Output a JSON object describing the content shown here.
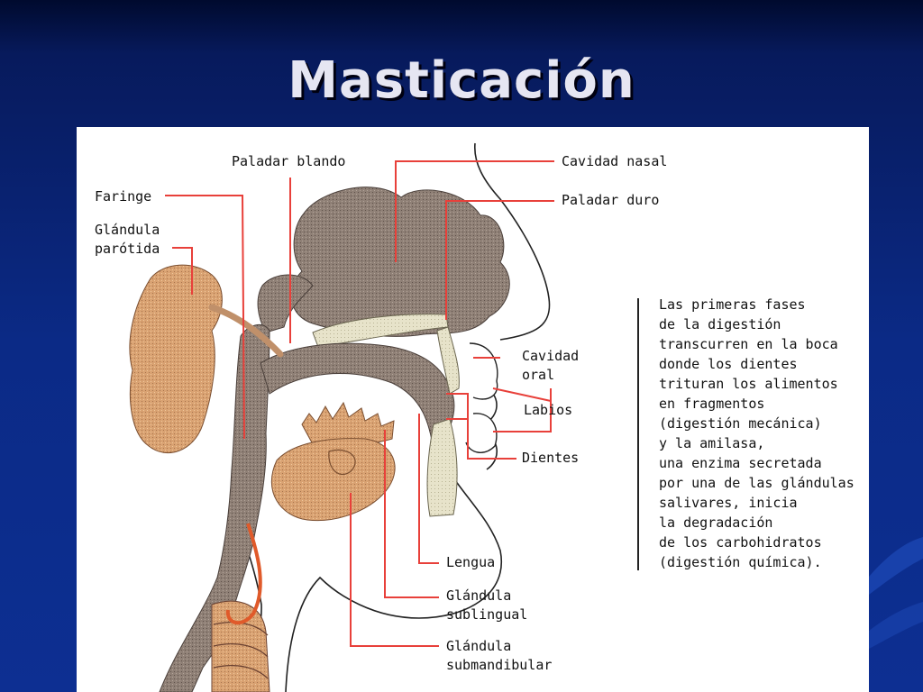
{
  "slide": {
    "title": "Masticación"
  },
  "diagram": {
    "labels": {
      "paladar_blando": "Paladar blando",
      "cavidad_nasal": "Cavidad nasal",
      "faringe": "Faringe",
      "paladar_duro": "Paladar duro",
      "glandula_parotida": "Glándula\nparótida",
      "cavidad_oral": "Cavidad\noral",
      "labios": "Labios",
      "dientes": "Dientes",
      "lengua": "Lengua",
      "glandula_sublingual": "Glándula\nsublingual",
      "glandula_submandibular": "Glándula\nsubmandibular"
    },
    "description": "Las primeras fases\nde la digestión\ntranscurren en la boca\ndonde los dientes\ntrituran los alimentos\nen fragmentos\n(digestión mecánica)\ny la amilasa,\nuna enzima secretada\npor una de las glándulas\nsalivares, inicia\nla degradación\nde los carbohidratos\n(digestión química).",
    "colors": {
      "leader_line": "#e8403a",
      "bone": "#8a7a70",
      "gland": "#d8a070",
      "palate": "#e6e2c8",
      "trachea": "#c08a70",
      "esophagus": "#e05a2a"
    }
  }
}
